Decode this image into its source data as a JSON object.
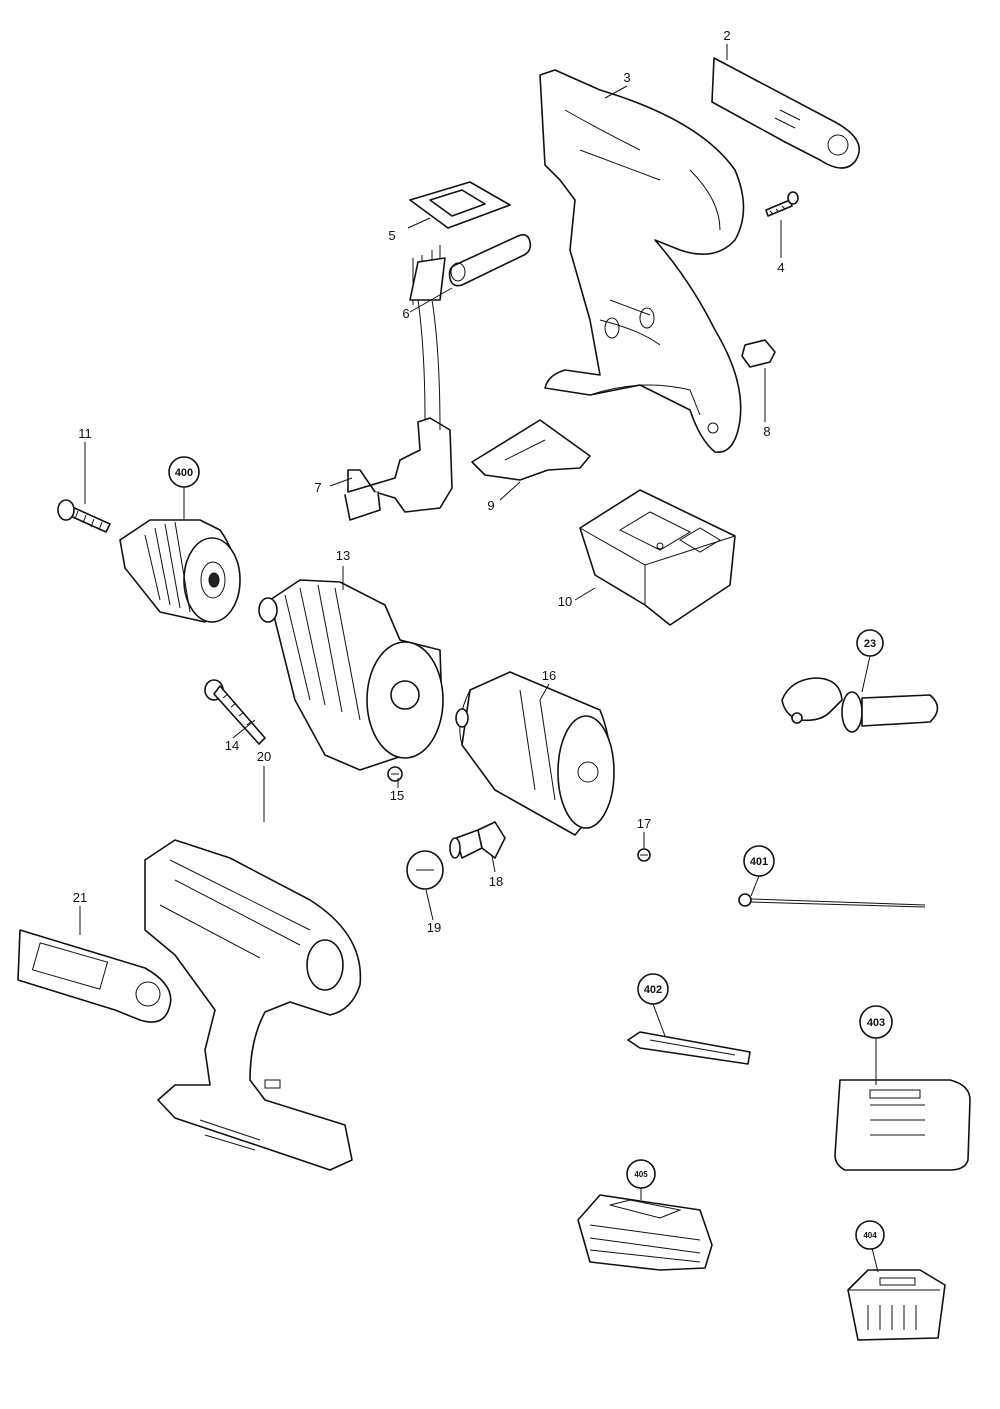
{
  "diagram": {
    "part_labels": [
      "2",
      "3",
      "4",
      "5",
      "6",
      "7",
      "8",
      "9",
      "10",
      "11",
      "13",
      "14",
      "15",
      "16",
      "17",
      "18",
      "19",
      "20",
      "21"
    ],
    "accessory_labels": [
      "400",
      "23",
      "401",
      "402",
      "403",
      "405",
      "404"
    ]
  }
}
